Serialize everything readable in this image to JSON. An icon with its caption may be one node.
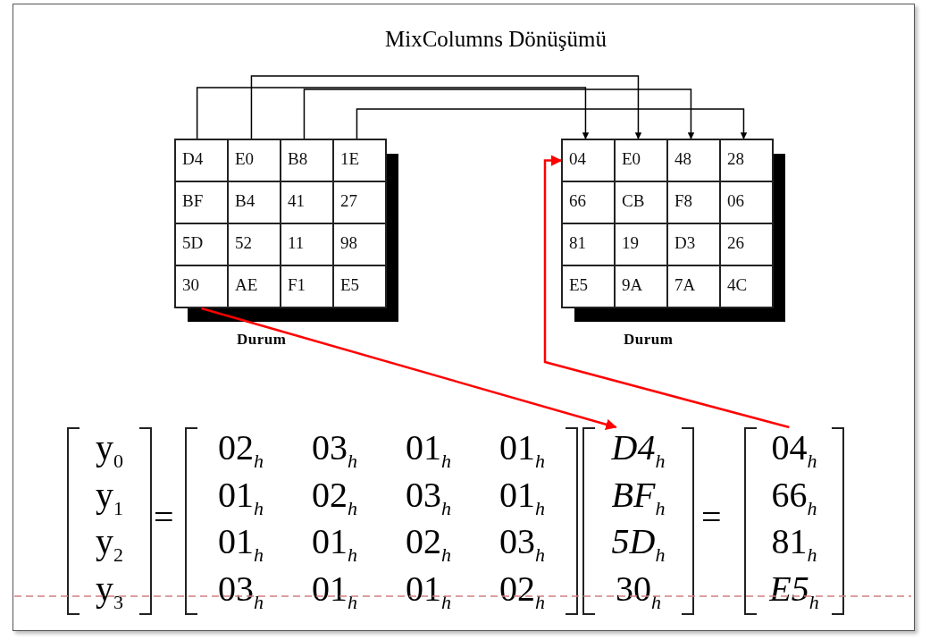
{
  "diagram": {
    "title": "MixColumns Dönüşümü",
    "nodes": [
      {
        "text": [
          "Durum"
        ]
      },
      {
        "text": [
          "D4"
        ],
        "in": 0
      },
      {
        "text": [
          "E0"
        ],
        "in": 0
      },
      {
        "text": [
          "B8"
        ],
        "in": 0
      },
      {
        "text": [
          "1E"
        ],
        "in": 0
      },
      {
        "text": [
          "BF"
        ],
        "in": 0
      },
      {
        "text": [
          "B4"
        ],
        "in": 0
      },
      {
        "text": [
          "41"
        ],
        "in": 0
      },
      {
        "text": [
          "27"
        ],
        "in": 0
      },
      {
        "text": [
          "5D"
        ],
        "in": 0
      },
      {
        "text": [
          "52"
        ],
        "in": 0
      },
      {
        "text": [
          "11"
        ],
        "in": 0
      },
      {
        "text": [
          "98"
        ],
        "in": 0
      },
      {
        "text": [
          "30"
        ],
        "in": 0
      },
      {
        "text": [
          "AE"
        ],
        "in": 0
      },
      {
        "text": [
          "F1"
        ],
        "in": 0
      },
      {
        "text": [
          "E5"
        ],
        "in": 0
      },
      {
        "text": [
          "Durum"
        ]
      },
      {
        "text": [
          "04"
        ],
        "in": 17
      },
      {
        "text": [
          "E0"
        ],
        "in": 17
      },
      {
        "text": [
          "48"
        ],
        "in": 17
      },
      {
        "text": [
          "28"
        ],
        "in": 17
      },
      {
        "text": [
          "66"
        ],
        "in": 17
      },
      {
        "text": [
          "CB"
        ],
        "in": 17
      },
      {
        "text": [
          "F8"
        ],
        "in": 17
      },
      {
        "text": [
          "06"
        ],
        "in": 17
      },
      {
        "text": [
          "81"
        ],
        "in": 17
      },
      {
        "text": [
          "19"
        ],
        "in": 17
      },
      {
        "text": [
          "D3"
        ],
        "in": 17
      },
      {
        "text": [
          "26"
        ],
        "in": 17
      },
      {
        "text": [
          "E5"
        ],
        "in": 17
      },
      {
        "text": [
          "9A"
        ],
        "in": 17
      },
      {
        "text": [
          "7A"
        ],
        "in": 17
      },
      {
        "text": [
          "4C"
        ],
        "in": 17
      },
      {
        "text": [
          "y$_{0}$",
          "y$_{1}$",
          "y$_{2}$",
          "y$_{3}$"
        ]
      },
      {
        "text": [
          "02$_{h}$",
          "03$_{h}$",
          "01$_{h}$",
          "01$_{h}$",
          "01$_{h}$",
          "02$_{h}$",
          "03$_{h}$",
          "01$_{h}$",
          "01$_{h}$",
          "01$_{h}$",
          "02$_{h}$",
          "03$_{h}$",
          "03$_{h}$",
          "01$_{h}$",
          "01$_{h}$",
          "02$_{h}$"
        ]
      },
      {
        "text": [
          "*D4*$_{h}$",
          "*BF*$_{h}$",
          "*5D*$_{h}$",
          "30$_{h}$"
        ]
      },
      {
        "text": [
          "04$_{h}$",
          "66$_{h}$",
          "81$_{h}$",
          "*E5*$_{h}$"
        ]
      }
    ],
    "edges": [
      {
        "from": 1,
        "to": 18,
        "arrow": "to"
      },
      {
        "from": 2,
        "to": 19,
        "arrow": "to"
      },
      {
        "from": 3,
        "to": 20,
        "arrow": "to"
      },
      {
        "from": 4,
        "to": 21,
        "arrow": "to"
      },
      {
        "from": 13,
        "to": 36,
        "arrow": "to",
        "color": "#ff0000"
      },
      {
        "from": 37,
        "to": 18,
        "arrow": "to",
        "color": "#ff0000"
      }
    ],
    "labels": [
      "=",
      "="
    ]
  }
}
